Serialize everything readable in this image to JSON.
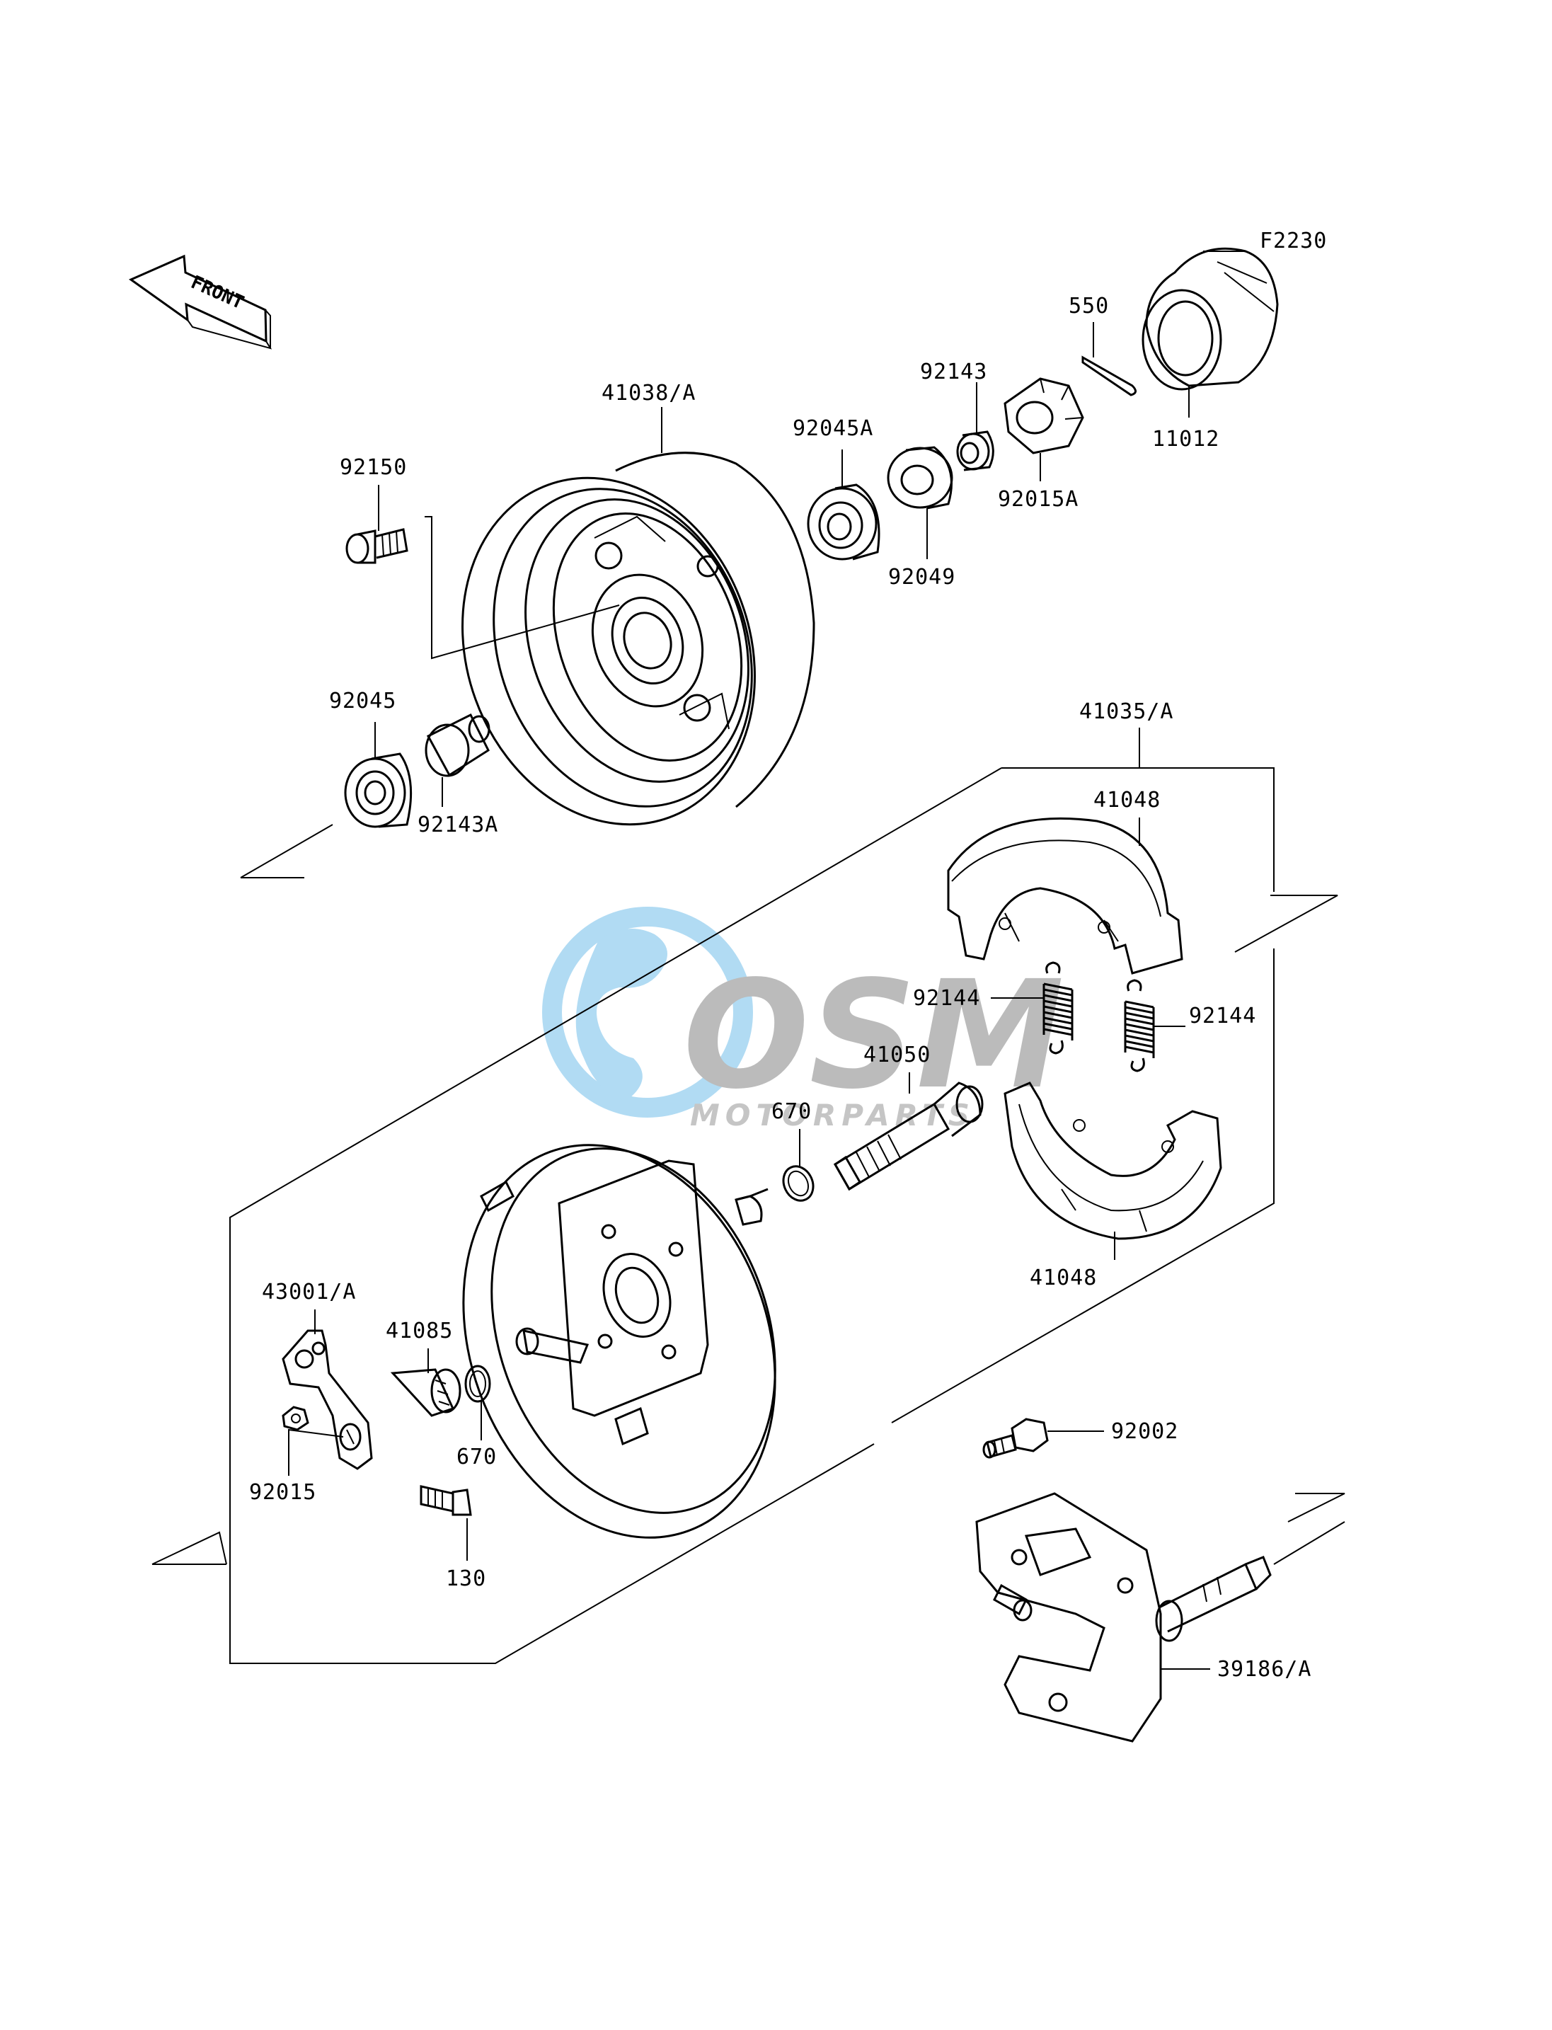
{
  "figure_code": "F2230",
  "front_arrow_text": "FRONT",
  "watermark": {
    "main": "OSM",
    "sub": "MOTORPARTS"
  },
  "parts": {
    "p11012": "11012",
    "p550": "550",
    "p92143": "92143",
    "p92015A": "92015A",
    "p92045A": "92045A",
    "p92049": "92049",
    "p41038A": "41038/A",
    "p92150": "92150",
    "p92045": "92045",
    "p92143A": "92143A",
    "p41035A": "41035/A",
    "p41048_top": "41048",
    "p92144_left": "92144",
    "p92144_right": "92144",
    "p41050": "41050",
    "p670_top": "670",
    "p41048_bottom": "41048",
    "p43001A": "43001/A",
    "p41085": "41085",
    "p670_bottom": "670",
    "p92015": "92015",
    "p130": "130",
    "p92002": "92002",
    "p39186A": "39186/A"
  },
  "colors": {
    "line": "#000000",
    "watermark_blue": "#a9d8f2",
    "watermark_gray": "#b4b4b4"
  }
}
